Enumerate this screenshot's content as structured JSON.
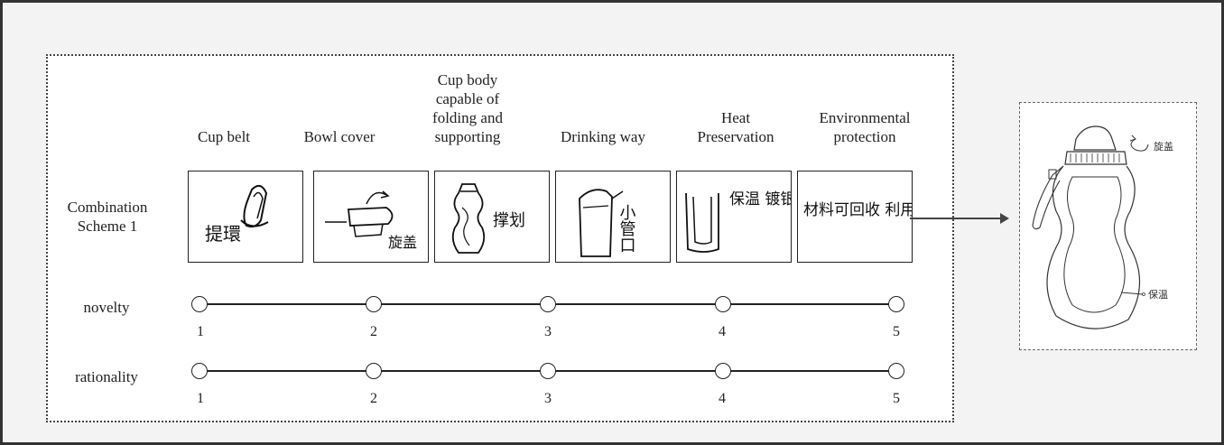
{
  "columns": [
    {
      "label": "Cup belt",
      "sketch_icon": "cup-belt-sketch-icon"
    },
    {
      "label": "Bowl cover",
      "sketch_icon": "bowl-cover-sketch-icon"
    },
    {
      "label": "Cup body capable of folding and supporting",
      "sketch_icon": "folding-cup-body-sketch-icon"
    },
    {
      "label": "Drinking way",
      "sketch_icon": "drinking-way-sketch-icon"
    },
    {
      "label": "Heat Preservation",
      "sketch_icon": "heat-preservation-sketch-icon"
    },
    {
      "label": "Environmental protection",
      "sketch_icon": "environmental-protection-sketch-icon"
    }
  ],
  "rows": {
    "combination_label": "Combination Scheme 1",
    "novelty_label": "novelty",
    "rationality_label": "rationality"
  },
  "scale_numbers": [
    "1",
    "2",
    "3",
    "4",
    "5"
  ],
  "handwriting": {
    "cup_belt": "提環",
    "bowl_cover": "旋盖",
    "folding": "撑划",
    "drinking": "小管口",
    "heat": "保温 镀银",
    "env": "材料可回收 利用.",
    "result_top": "旋盖",
    "result_bottom": "保温"
  },
  "result_icon": "combined-cup-sketch-icon"
}
